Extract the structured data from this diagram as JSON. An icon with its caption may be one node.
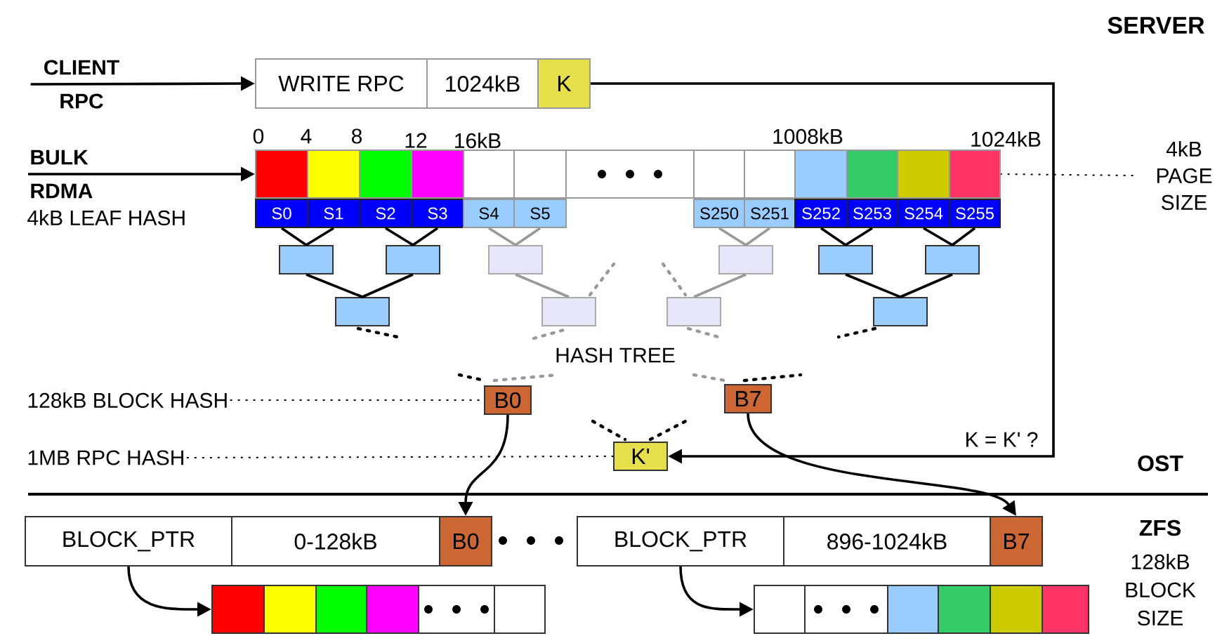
{
  "diagram": {
    "nodes": [
      {
        "text": [
          "CLIENT RPC"
        ]
      },
      {
        "text": [
          "BULK RDMA"
        ]
      },
      {
        "text": [
          "WRITE RPC"
        ]
      },
      {
        "text": [
          "1024kB"
        ]
      },
      {
        "text": [
          "K"
        ]
      },
      {
        "text": [],
        "shape": "bar"
      },
      {
        "text": [
          "4kB PAGE SIZE"
        ]
      },
      {
        "text": [
          "S0"
        ]
      },
      {
        "text": [
          "S1"
        ]
      },
      {
        "text": [
          "S2"
        ]
      },
      {
        "text": [
          "S3"
        ]
      },
      {
        "text": [
          "S4"
        ]
      },
      {
        "text": [
          "S5"
        ]
      },
      {
        "text": [
          "S250"
        ]
      },
      {
        "text": [
          "S251"
        ]
      },
      {
        "text": [
          "S252"
        ]
      },
      {
        "text": [
          "S253"
        ]
      },
      {
        "text": [
          "S254"
        ]
      },
      {
        "text": [
          "S255"
        ]
      },
      {
        "text": [],
        "shape": "box"
      },
      {
        "text": [],
        "shape": "box"
      },
      {
        "text": [],
        "shape": "box"
      },
      {
        "text": [],
        "shape": "box"
      },
      {
        "text": [],
        "shape": "box"
      },
      {
        "text": [],
        "shape": "box"
      },
      {
        "text": [],
        "shape": "box"
      },
      {
        "text": [],
        "shape": "box"
      },
      {
        "text": [],
        "shape": "box"
      },
      {
        "text": [],
        "shape": "box"
      },
      {
        "text": [
          "128kB BLOCK HASH"
        ]
      },
      {
        "text": [
          "B0"
        ]
      },
      {
        "text": [
          "B7"
        ]
      },
      {
        "text": [
          "1MB RPC HASH"
        ]
      },
      {
        "text": [
          "K'"
        ]
      },
      {
        "text": [
          "BLOCK_PTR"
        ]
      },
      {
        "text": [
          "0-128kB"
        ]
      },
      {
        "text": [
          "B0"
        ]
      },
      {
        "text": [
          "BLOCK_PTR"
        ]
      },
      {
        "text": [
          "896-1024kB"
        ]
      },
      {
        "text": [
          "B7"
        ]
      },
      {
        "text": [],
        "shape": "bar"
      },
      {
        "text": [],
        "shape": "bar"
      }
    ],
    "edges": [
      {
        "from": 0,
        "to": 2,
        "arrow": "to"
      },
      {
        "from": 1,
        "to": 5,
        "arrow": "to"
      },
      {
        "from": 6,
        "to": 5,
        "arrow": "none",
        "style": "dashed"
      },
      {
        "from": 4,
        "to": 33,
        "arrow": "to",
        "label": "K = K' ?"
      },
      {
        "from": 7,
        "to": 19,
        "arrow": "none"
      },
      {
        "from": 8,
        "to": 19,
        "arrow": "none"
      },
      {
        "from": 9,
        "to": 20,
        "arrow": "none"
      },
      {
        "from": 10,
        "to": 20,
        "arrow": "none"
      },
      {
        "from": 11,
        "to": 21,
        "arrow": "none",
        "color": "#999999"
      },
      {
        "from": 12,
        "to": 21,
        "arrow": "none",
        "color": "#999999"
      },
      {
        "from": 13,
        "to": 22,
        "arrow": "none",
        "color": "#999999"
      },
      {
        "from": 14,
        "to": 22,
        "arrow": "none",
        "color": "#999999"
      },
      {
        "from": 15,
        "to": 23,
        "arrow": "none"
      },
      {
        "from": 16,
        "to": 23,
        "arrow": "none"
      },
      {
        "from": 17,
        "to": 24,
        "arrow": "none"
      },
      {
        "from": 18,
        "to": 24,
        "arrow": "none"
      },
      {
        "from": 19,
        "to": 25,
        "arrow": "none"
      },
      {
        "from": 20,
        "to": 25,
        "arrow": "none"
      },
      {
        "from": 21,
        "to": 26,
        "arrow": "none",
        "color": "#999999"
      },
      {
        "from": 22,
        "to": 27,
        "arrow": "none",
        "color": "#999999"
      },
      {
        "from": 23,
        "to": 28,
        "arrow": "none"
      },
      {
        "from": 24,
        "to": 28,
        "arrow": "none"
      },
      {
        "from": 29,
        "to": 30,
        "arrow": "none",
        "style": "dashed"
      },
      {
        "from": 32,
        "to": 33,
        "arrow": "none",
        "style": "dashed"
      },
      {
        "from": 30,
        "to": 36,
        "arrow": "to"
      },
      {
        "from": 31,
        "to": 39,
        "arrow": "to"
      },
      {
        "from": 34,
        "to": 40,
        "arrow": "to"
      },
      {
        "from": 37,
        "to": 41,
        "arrow": "to"
      }
    ],
    "labels": [
      "SERVER",
      "0",
      "4",
      "8",
      "12",
      "16kB",
      "1008kB",
      "1024kB",
      "4kB LEAF HASH",
      "HASH TREE",
      "OST",
      "ZFS",
      "128kB BLOCK SIZE"
    ]
  }
}
